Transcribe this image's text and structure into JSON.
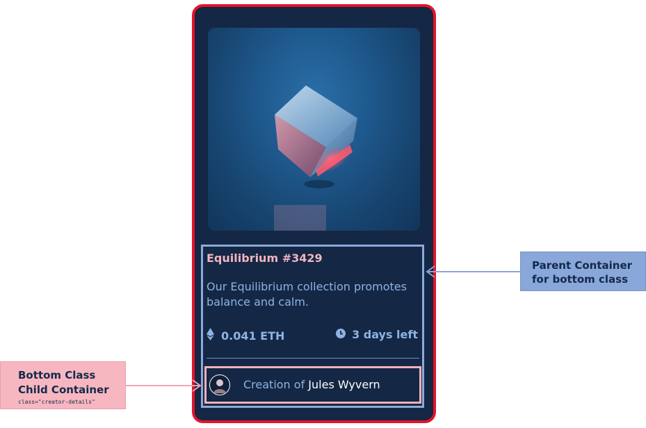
{
  "card": {
    "title": "Equilibrium #3429",
    "description": "Our Equilibrium collection promotes balance and calm.",
    "price": "0.041 ETH",
    "time_left": "3 days left",
    "creator_prefix": "Creation of",
    "creator_name": "Jules Wyvern"
  },
  "annotations": {
    "parent_container": {
      "line1": "Parent Container",
      "line2": "for bottom class"
    },
    "child_container": {
      "line1": "Bottom Class",
      "line2": "Child Container",
      "class_note": "class=\"creator-details\""
    }
  },
  "colors": {
    "card_border": "#e3142b",
    "card_bg": "#14243d",
    "parent_outline": "#8cabd8",
    "child_outline": "#f4b1bd",
    "title_color": "#f1b4be",
    "text_color": "#8eb3e2"
  },
  "icons": [
    "ethereum-icon",
    "clock-icon",
    "avatar"
  ]
}
